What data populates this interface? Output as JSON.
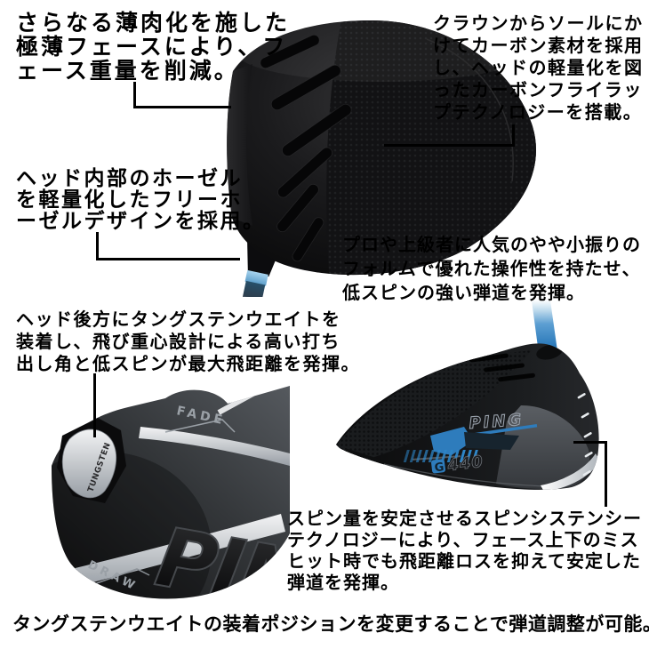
{
  "callouts": {
    "thin_face": {
      "lines": [
        "さらなる薄肉化を施した",
        "極薄フェースにより、フ",
        "ェース重量を削減。"
      ]
    },
    "carbon_wrap": {
      "lines": [
        "クラウンからソールにか",
        "けてカーボン素材を採用",
        "し、ヘッドの軽量化を図",
        "ったカーボンフライラッ",
        "プテクノロジーを搭載。"
      ]
    },
    "free_hosel": {
      "lines": [
        "ヘッド内部のホーゼル",
        "を軽量化したフリーホ",
        "ーゼルデザインを採用。"
      ]
    },
    "compact_shape": {
      "lines": [
        "プロや上級者に人気のやや小振りの",
        "フォルムで優れた操作性を持たせ、",
        "低スピンの強い弾道を発揮。"
      ]
    },
    "tungsten_weight": {
      "lines": [
        "ヘッド後方にタングステンウエイトを",
        "装着し、飛び重心設計による高い打ち",
        "出し角と低スピンが最大飛距離を発揮。"
      ]
    },
    "spin_consistency": {
      "lines": [
        "スピン量を安定させるスピンシステンシー",
        "テクノロジーにより、フェース上下のミス",
        "ヒット時でも飛距離ロスを抑えて安定した",
        "弾道を発揮。"
      ]
    },
    "footer": {
      "lines": [
        "タングステンウエイトの装着ポジションを変更することで弾道調整が可能。"
      ]
    }
  },
  "club": {
    "brand": "PING",
    "model_prefix": "G",
    "model_number": "440",
    "weight_text": "TUNGSTEN",
    "fade_label": "FADE",
    "draw_label": "DRAW"
  },
  "colors": {
    "background": "#ffffff",
    "text": "#000000",
    "head_black": "#141414",
    "accent_blue": "#2e7cbc",
    "hash_blue": "#2e86c8",
    "light_blue_band": "#9ccdec",
    "chrome": "#c9ced4",
    "label_gray": "#8d939a"
  }
}
